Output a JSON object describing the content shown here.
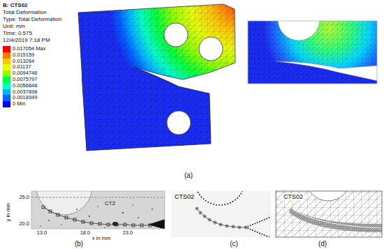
{
  "diagram": {
    "labels": [
      "B: CTS02",
      "Total Deformation",
      "Type: Total Deformation",
      "Unit: mm",
      "Time: 0.575",
      "12/4/2019 7:18 PM",
      "(a)",
      "25.0",
      "20.0",
      "y in mm",
      "CT2",
      "13.0",
      "18.0",
      "23.0",
      "x in mm",
      "(b)",
      "CTS02",
      "(c)",
      "CTS02",
      "(d)"
    ],
    "legend": [
      {
        "text": "0.017054 Max",
        "color": "#ff0000"
      },
      {
        "text": "0.015159",
        "color": "#ff7a00"
      },
      {
        "text": "0.013264",
        "color": "#ffc400"
      },
      {
        "text": "0.01137",
        "color": "#e6ff00"
      },
      {
        "text": "0.0094746",
        "color": "#8cff00"
      },
      {
        "text": "0.0075797",
        "color": "#00ff40"
      },
      {
        "text": "0.0056848",
        "color": "#00ffc8"
      },
      {
        "text": "0.0037898",
        "color": "#00b4ff"
      },
      {
        "text": "0.0018949",
        "color": "#0064ff"
      },
      {
        "text": "0 Min",
        "color": "#0000ff"
      }
    ]
  }
}
